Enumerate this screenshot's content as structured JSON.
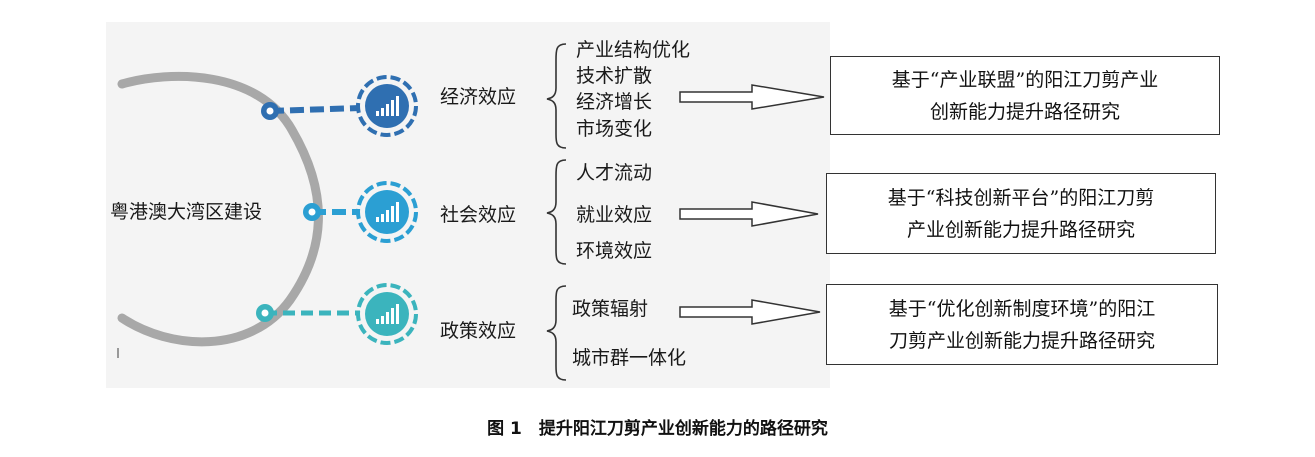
{
  "hub_label": "粤港澳大湾区建设",
  "effects": [
    {
      "label": "经济效应",
      "items": [
        "产业结构优化",
        "技术扩散",
        "经济增长",
        "市场变化"
      ],
      "result_lines": [
        "基于“产业联盟”的阳江刀剪产业",
        "创新能力提升路径研究"
      ],
      "color": "#2f6fb1"
    },
    {
      "label": "社会效应",
      "items": [
        "人才流动",
        "就业效应",
        "环境效应"
      ],
      "result_lines": [
        "基于“科技创新平台”的阳江刀剪",
        "产业创新能力提升路径研究"
      ],
      "color": "#2b9fd3"
    },
    {
      "label": "政策效应",
      "items": [
        "政策辐射",
        "城市群一体化"
      ],
      "result_lines": [
        "基于“优化创新制度环境”的阳江",
        "刀剪产业创新能力提升路径研究"
      ],
      "color": "#3bb4bd"
    }
  ],
  "caption": "图 1　提升阳江刀剪产业创新能力的路径研究"
}
